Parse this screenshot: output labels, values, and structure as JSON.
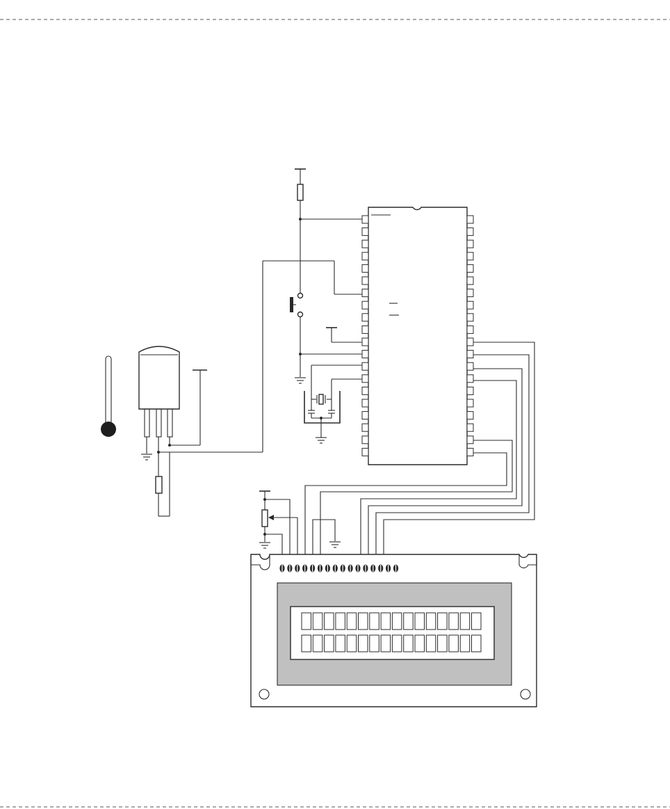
{
  "diagram": {
    "components": [
      {
        "id": "thermometer",
        "kind": "thermometer-icon"
      },
      {
        "id": "temperature-sensor",
        "kind": "to92-sensor",
        "pins": 3
      },
      {
        "id": "pullup-resistor-reset",
        "kind": "resistor"
      },
      {
        "id": "reset-button",
        "kind": "pushbutton"
      },
      {
        "id": "microcontroller",
        "kind": "dip-ic",
        "pins_per_side": 20
      },
      {
        "id": "crystal",
        "kind": "crystal-oscillator",
        "capacitors": 2
      },
      {
        "id": "sensor-resistor",
        "kind": "resistor"
      },
      {
        "id": "contrast-potentiometer",
        "kind": "potentiometer"
      },
      {
        "id": "lcd-module",
        "kind": "lcd-2x16",
        "header_pins": 16,
        "rows": 2,
        "columns": 16
      }
    ],
    "colors": {
      "ink": "#2a2a2a",
      "lcd_bezel": "#c0c0c0",
      "background": "#ffffff"
    }
  }
}
